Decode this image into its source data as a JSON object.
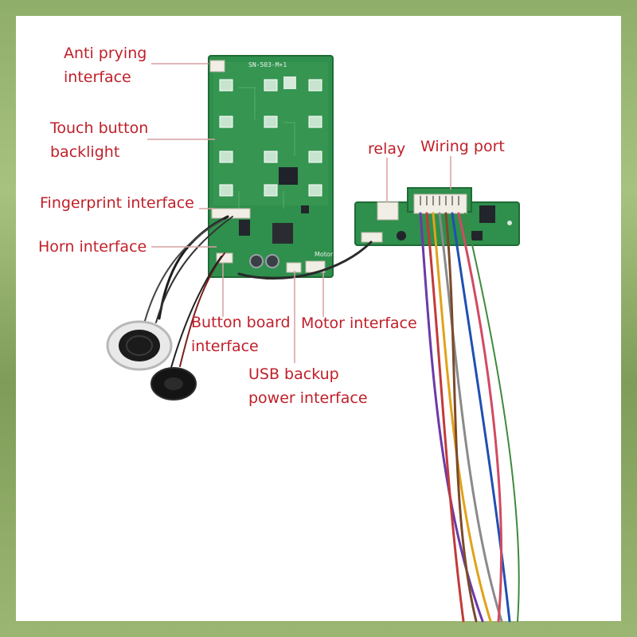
{
  "labels": {
    "anti_prying": [
      "Anti prying",
      "interface"
    ],
    "touch_backlight": [
      "Touch button",
      "backlight"
    ],
    "fingerprint": "Fingerprint interface",
    "horn": "Horn interface",
    "button_board": [
      "Button board",
      "interface"
    ],
    "usb_backup": [
      "USB backup",
      "power interface"
    ],
    "motor": "Motor interface",
    "relay": "relay",
    "wiring_port": "Wiring port"
  },
  "board_text": {
    "main_board_code": "SN-503-M+1",
    "motor_silkscreen": "Motor"
  },
  "colors": {
    "frame": "#8fae6a",
    "background": "#ffffff",
    "pcb_green": "#2e8b4a",
    "label_red": "#c0202a",
    "leader_line": "#d8a0a4"
  }
}
